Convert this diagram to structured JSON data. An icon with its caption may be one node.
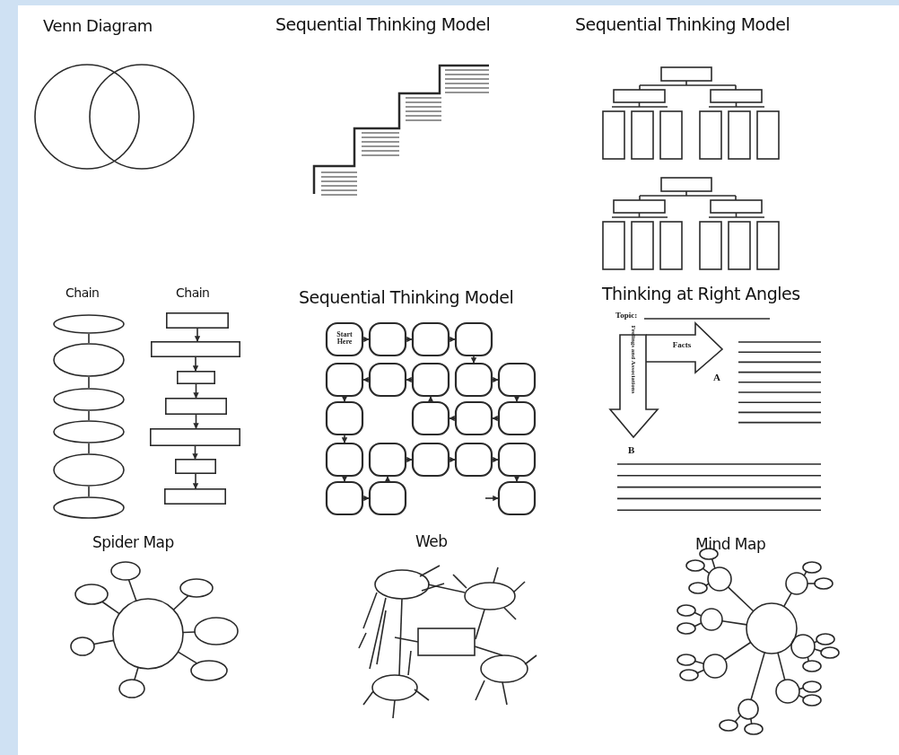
{
  "diagram": {
    "nodes": [
      {
        "text": [],
        "shape": "ellipse"
      },
      {
        "text": [],
        "shape": "ellipse"
      },
      {
        "text": [],
        "shape": "ellipse"
      },
      {
        "text": [],
        "shape": "ellipse"
      },
      {
        "text": [],
        "shape": "ellipse"
      },
      {
        "text": [],
        "shape": "ellipse"
      },
      {
        "text": [],
        "shape": "box"
      },
      {
        "text": [],
        "shape": "box"
      },
      {
        "text": [],
        "shape": "box"
      },
      {
        "text": [],
        "shape": "box"
      },
      {
        "text": [],
        "shape": "box"
      },
      {
        "text": [],
        "shape": "box"
      },
      {
        "text": [],
        "shape": "box"
      },
      {
        "text": [
          "Start Here"
        ]
      },
      {
        "text": [],
        "shape": "box"
      },
      {
        "text": [],
        "shape": "box"
      },
      {
        "text": [],
        "shape": "box"
      },
      {
        "text": [],
        "shape": "box"
      },
      {
        "text": [],
        "shape": "box"
      },
      {
        "text": [],
        "shape": "box"
      },
      {
        "text": [],
        "shape": "box"
      },
      {
        "text": [],
        "shape": "box"
      },
      {
        "text": [],
        "shape": "box"
      },
      {
        "text": [],
        "shape": "box"
      },
      {
        "text": [],
        "shape": "box"
      },
      {
        "text": [],
        "shape": "box"
      },
      {
        "text": [],
        "shape": "box"
      },
      {
        "text": [],
        "shape": "box"
      },
      {
        "text": [],
        "shape": "box"
      },
      {
        "text": [],
        "shape": "box"
      },
      {
        "text": [],
        "shape": "box"
      },
      {
        "text": [],
        "shape": "box"
      },
      {
        "text": [],
        "shape": "box"
      },
      {
        "text": [],
        "shape": "box"
      },
      {
        "text": [
          "Facts"
        ],
        "beside": [
          "A"
        ]
      },
      {
        "text": [
          "Feelings and Associations"
        ],
        "beside": [
          "B"
        ]
      }
    ],
    "edges": [
      {
        "from": 0,
        "to": 1,
        "arrow": "none"
      },
      {
        "from": 1,
        "to": 2,
        "arrow": "none"
      },
      {
        "from": 2,
        "to": 3,
        "arrow": "none"
      },
      {
        "from": 3,
        "to": 4,
        "arrow": "none"
      },
      {
        "from": 4,
        "to": 5,
        "arrow": "none"
      },
      {
        "from": 6,
        "to": 7,
        "arrow": "to"
      },
      {
        "from": 7,
        "to": 8,
        "arrow": "to"
      },
      {
        "from": 8,
        "to": 9,
        "arrow": "to"
      },
      {
        "from": 9,
        "to": 10,
        "arrow": "to"
      },
      {
        "from": 10,
        "to": 11,
        "arrow": "to"
      },
      {
        "from": 11,
        "to": 12,
        "arrow": "to"
      },
      {
        "from": 13,
        "to": 14,
        "arrow": "to"
      },
      {
        "from": 14,
        "to": 15,
        "arrow": "to"
      },
      {
        "from": 15,
        "to": 16,
        "arrow": "to"
      },
      {
        "from": 16,
        "to": 20,
        "arrow": "to"
      },
      {
        "from": 20,
        "to": 21,
        "arrow": "to"
      },
      {
        "from": 21,
        "to": 25,
        "arrow": "to"
      },
      {
        "from": 25,
        "to": 24,
        "arrow": "to"
      },
      {
        "from": 24,
        "to": 23,
        "arrow": "to"
      },
      {
        "from": 23,
        "to": 19,
        "arrow": "to"
      },
      {
        "from": 19,
        "to": 18,
        "arrow": "to"
      },
      {
        "from": 18,
        "to": 17,
        "arrow": "to"
      },
      {
        "from": 17,
        "to": 22,
        "arrow": "to"
      },
      {
        "from": 22,
        "to": 26,
        "arrow": "to"
      },
      {
        "from": 26,
        "to": 31,
        "arrow": "to"
      },
      {
        "from": 31,
        "to": 32,
        "arrow": "to"
      },
      {
        "from": 32,
        "to": 27,
        "arrow": "to"
      },
      {
        "from": 27,
        "to": 28,
        "arrow": "to"
      },
      {
        "from": 28,
        "to": 29,
        "arrow": "to"
      },
      {
        "from": 29,
        "to": 30,
        "arrow": "to"
      },
      {
        "from": 30,
        "to": 33,
        "arrow": "to"
      },
      {
        "from": null,
        "to": 33,
        "arrow": "to"
      }
    ],
    "labels": [
      "Venn Diagram",
      "Sequential Thinking Model",
      "Sequential Thinking Model",
      "Chain",
      "Chain",
      "Sequential Thinking Model",
      "Thinking at Right Angles",
      "Topic:",
      "Spider Map",
      "Web",
      "Mind Map"
    ]
  }
}
